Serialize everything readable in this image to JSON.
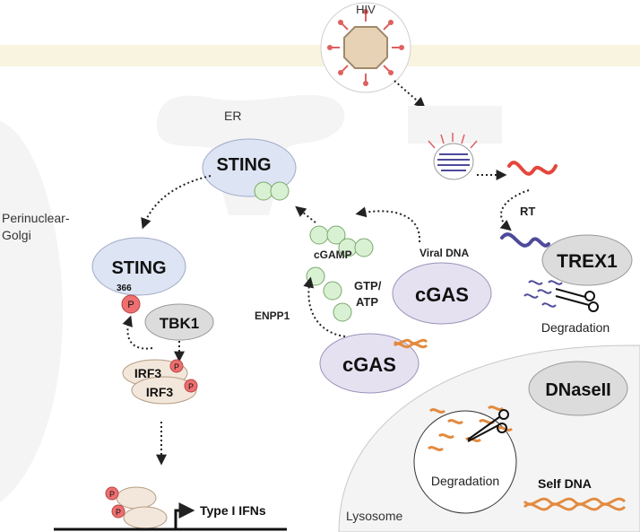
{
  "labels": {
    "hiv": "HIV",
    "er": "ER",
    "perinuclear_golgi_line1": "Perinuclear-",
    "perinuclear_golgi_line2": "Golgi",
    "sting_er": "STING",
    "sting_golgi": "STING",
    "residue_366": "366",
    "tbk1": "TBK1",
    "irf3_top": "IRF3",
    "irf3_bottom": "IRF3",
    "phospho": "P",
    "type_i_ifns": "Type I IFNs",
    "cgamp": "cGAMP",
    "gtp_atp_line1": "GTP/",
    "gtp_atp_line2": "ATP",
    "enpp1": "ENPP1",
    "cgas_viral": "cGAS",
    "cgas_self": "cGAS",
    "viral_dna": "Viral DNA",
    "rt": "RT",
    "trex1": "TREX1",
    "degradation_trex1": "Degradation",
    "dnaseii": "DNaseII",
    "degradation_lysosome": "Degradation",
    "self_dna": "Self DNA",
    "lysosome": "Lysosome"
  },
  "colors": {
    "membrane": "#f7f3df",
    "sting_fill": "#dde4f3",
    "cgas_fill": "#e6e1f1",
    "cgamp_fill": "#d9f1d3",
    "cgamp_stroke": "#79a86c",
    "phospho_fill": "#ee6f6f",
    "gray_fill": "#dcdcdc",
    "irf3_fill": "#f3e7db",
    "viral_rna": "#e5453b",
    "viral_dna": "#4e4a9a",
    "self_dna": "#e38a3f",
    "organelle_fill": "#f4f4f4"
  }
}
